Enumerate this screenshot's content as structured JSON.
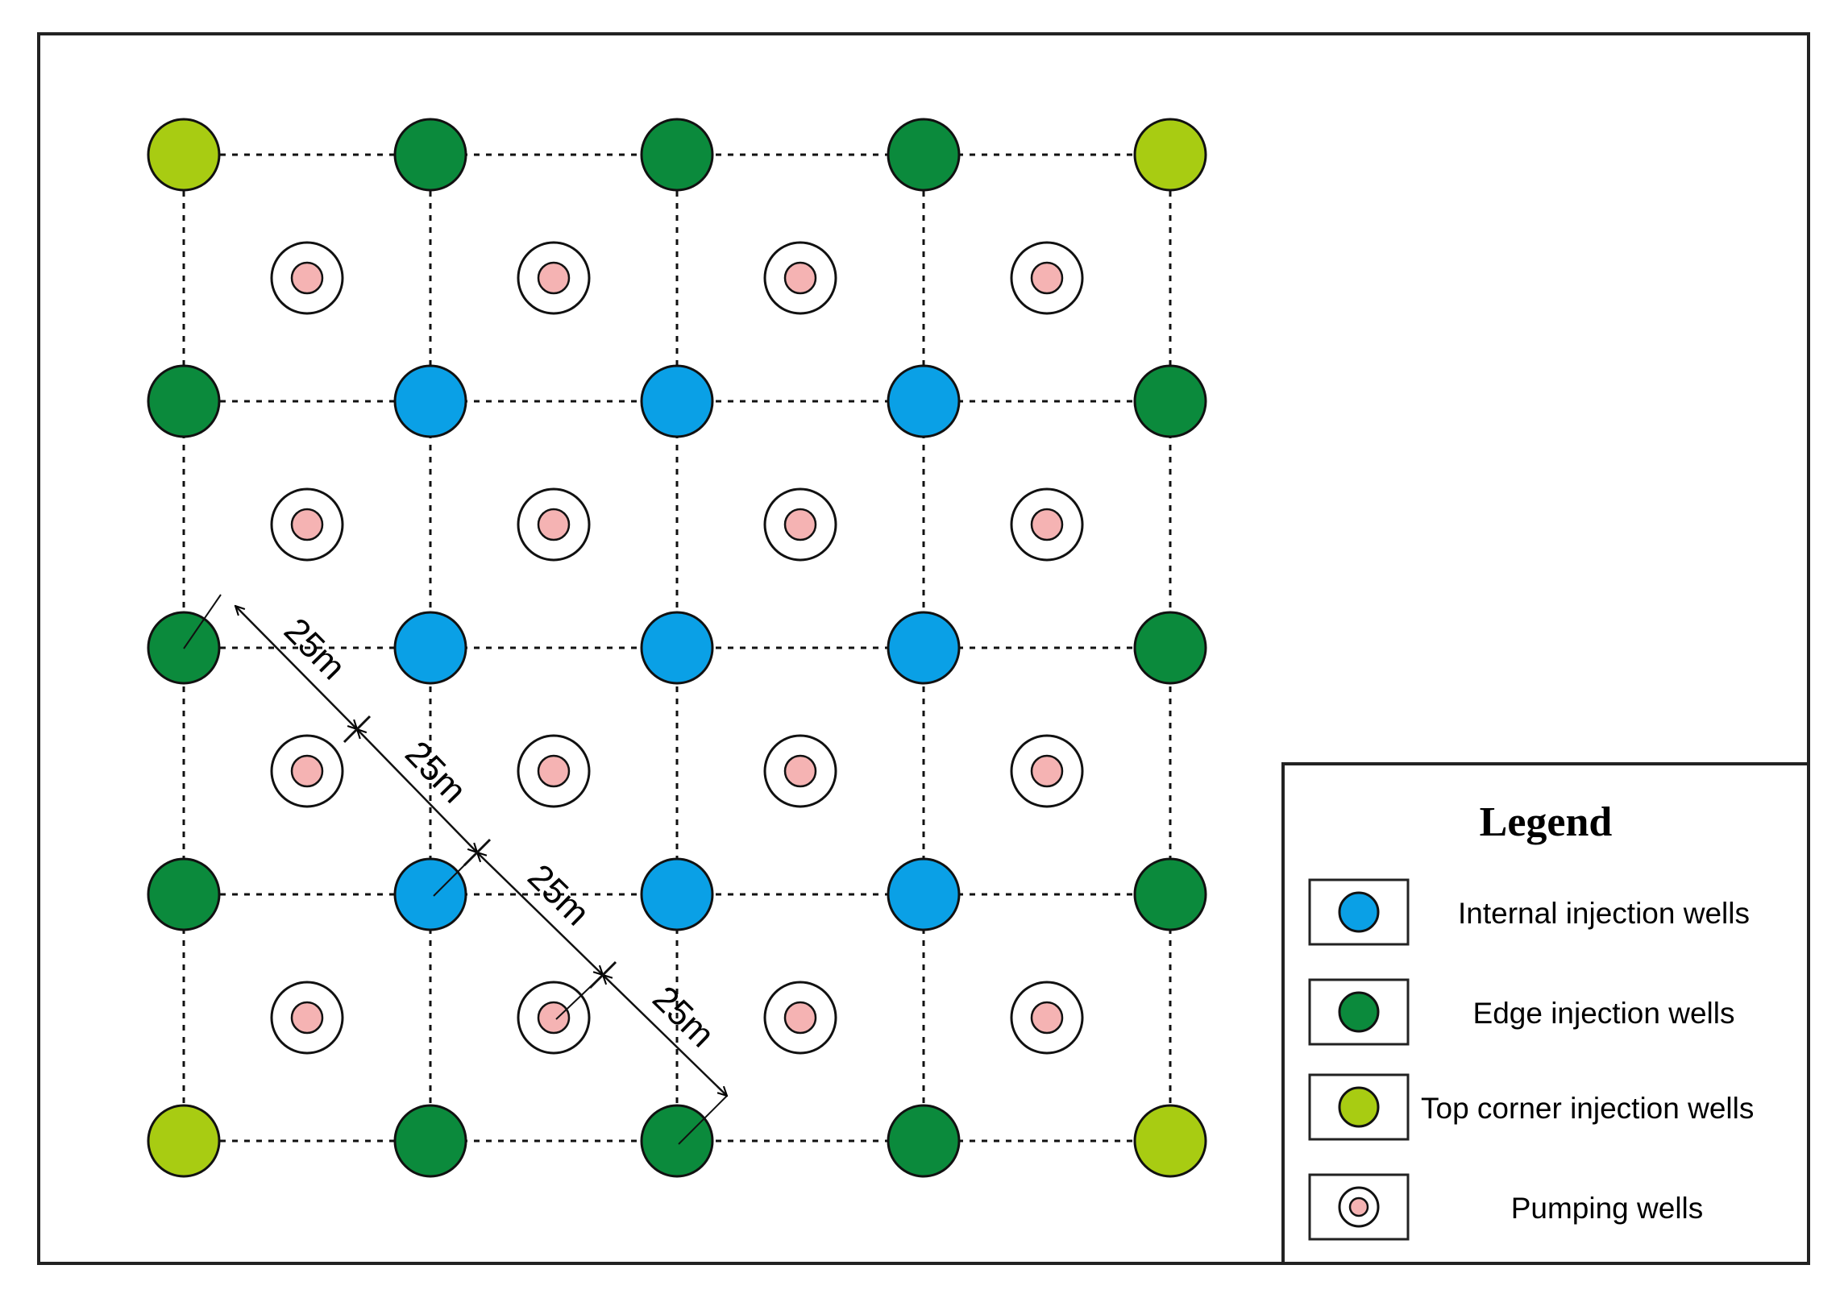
{
  "legend": {
    "title": "Legend",
    "items": [
      {
        "key": "internal",
        "label": "Internal injection wells",
        "icon": "internal-injection-well-icon"
      },
      {
        "key": "edge",
        "label": "Edge injection wells",
        "icon": "edge-injection-well-icon"
      },
      {
        "key": "corner",
        "label": "Top corner injection wells",
        "icon": "top-corner-injection-well-icon"
      },
      {
        "key": "pumping",
        "label": "Pumping wells",
        "icon": "pumping-well-icon"
      }
    ]
  },
  "well_colors": {
    "internal": "#0aa0e6",
    "edge": "#0b8a3c",
    "corner": "#a8cc12",
    "pumping_fill": "#f5b3b3"
  },
  "injection_grid": [
    [
      "corner",
      "edge",
      "edge",
      "edge",
      "corner"
    ],
    [
      "edge",
      "internal",
      "internal",
      "internal",
      "edge"
    ],
    [
      "edge",
      "internal",
      "internal",
      "internal",
      "edge"
    ],
    [
      "edge",
      "internal",
      "internal",
      "internal",
      "edge"
    ],
    [
      "corner",
      "edge",
      "edge",
      "edge",
      "corner"
    ]
  ],
  "pumping_grid": {
    "rows": 4,
    "cols": 4
  },
  "spacing_labels": [
    "25m",
    "25m",
    "25m",
    "25m"
  ]
}
